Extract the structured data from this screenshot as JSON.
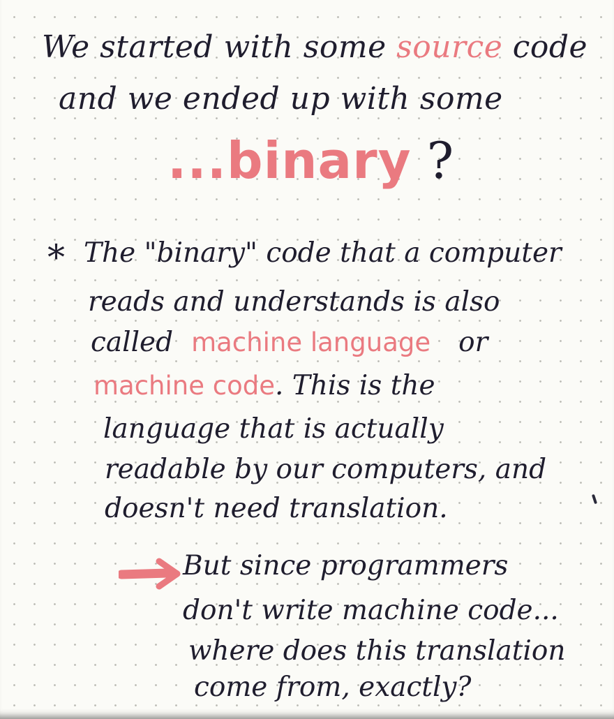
{
  "header": {
    "line1_start": "We started with some ",
    "line1_source": "source",
    "line1_end": " code",
    "line2": "and we ended up with some",
    "binary_word": "...binary",
    "binary_q": "?"
  },
  "note": {
    "star": "*",
    "line1": "The \"binary\" code that a computer",
    "line2": "reads and understands is also",
    "line3_start": "called",
    "line3_term": "machine language",
    "line3_end": "or",
    "line4_term": "machine code",
    "line4_end": ". This is the",
    "line5": "language that is actually",
    "line6": "readable by our computers, and",
    "line7": "doesn't need translation."
  },
  "question": {
    "line1": "But since programmers",
    "line2": "don't write machine code...",
    "line3": "where does this translation",
    "line4": "come from, exactly?"
  },
  "colors": {
    "ink": "#1f1d2e",
    "pink": "#ea7a80",
    "paper": "#fbfbf7"
  },
  "icons": [
    "asterisk-icon",
    "right-arrow-icon"
  ]
}
